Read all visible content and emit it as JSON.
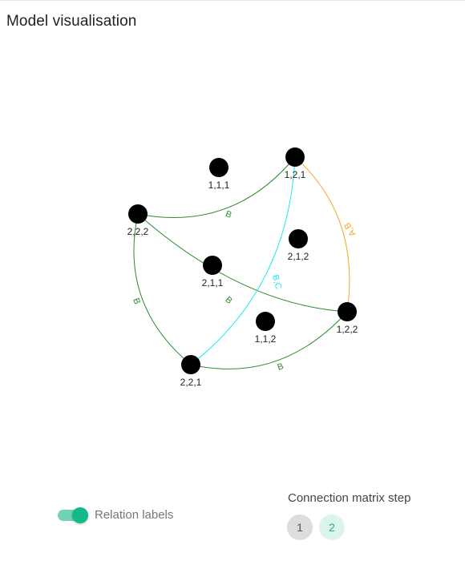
{
  "header": {
    "title": "Model visualisation"
  },
  "graph": {
    "nodes": [
      {
        "id": "1,1,1",
        "label": "1,1,1"
      },
      {
        "id": "1,2,1",
        "label": "1,2,1"
      },
      {
        "id": "2,2,2",
        "label": "2,2,2"
      },
      {
        "id": "2,1,2",
        "label": "2,1,2"
      },
      {
        "id": "2,1,1",
        "label": "2,1,1"
      },
      {
        "id": "1,2,2",
        "label": "1,2,2"
      },
      {
        "id": "1,1,2",
        "label": "1,1,2"
      },
      {
        "id": "2,2,1",
        "label": "2,2,1"
      }
    ],
    "edges": [
      {
        "from": "2,2,2",
        "to": "1,2,1",
        "label": "B",
        "color": "#2e8b2e"
      },
      {
        "from": "2,2,2",
        "to": "1,2,2",
        "label": "B",
        "color": "#2e8b2e"
      },
      {
        "from": "2,2,2",
        "to": "2,2,1",
        "label": "B",
        "color": "#2e8b2e"
      },
      {
        "from": "2,2,1",
        "to": "1,2,2",
        "label": "B",
        "color": "#2e8b2e"
      },
      {
        "from": "1,2,1",
        "to": "2,2,1",
        "label": "B,C",
        "color": "#22e5f0"
      },
      {
        "from": "1,2,1",
        "to": "1,2,2",
        "label": "A,B",
        "color": "#f2a81d"
      }
    ]
  },
  "controls": {
    "relation_labels": {
      "label": "Relation labels",
      "on": true
    },
    "connection_matrix": {
      "title": "Connection matrix step",
      "steps": [
        "1",
        "2"
      ],
      "selected": "2"
    }
  }
}
